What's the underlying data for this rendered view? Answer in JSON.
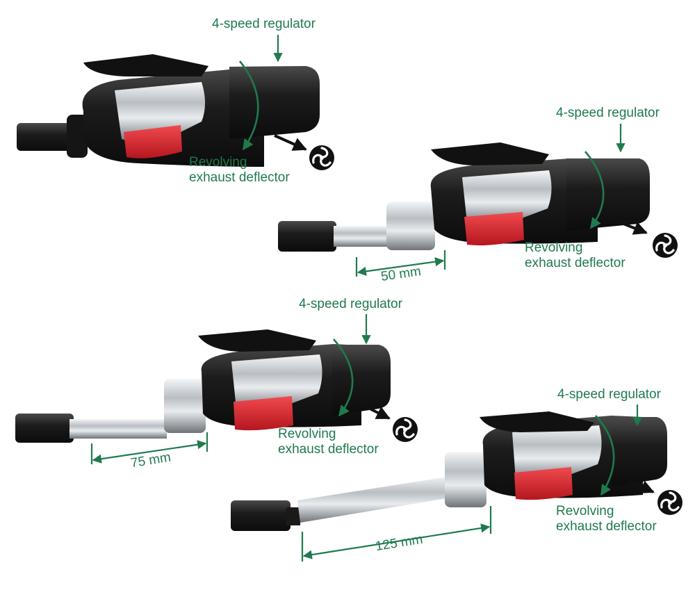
{
  "colors": {
    "accent": "#1f7a4d",
    "body": "#1e1e1e",
    "chrome": "#c9cdd1",
    "grip": "#d9252e"
  },
  "tools": [
    {
      "speed_label": "4-speed regulator",
      "exhaust_label_line1": "Revolving",
      "exhaust_label_line2": "exhaust deflector",
      "extension": ""
    },
    {
      "speed_label": "4-speed regulator",
      "exhaust_label_line1": "Revolving",
      "exhaust_label_line2": "exhaust deflector",
      "extension": "50 mm"
    },
    {
      "speed_label": "4-speed regulator",
      "exhaust_label_line1": "Revolving",
      "exhaust_label_line2": "exhaust deflector",
      "extension": "75 mm"
    },
    {
      "speed_label": "4-speed regulator",
      "exhaust_label_line1": "Revolving",
      "exhaust_label_line2": "exhaust deflector",
      "extension": "125 mm"
    }
  ]
}
